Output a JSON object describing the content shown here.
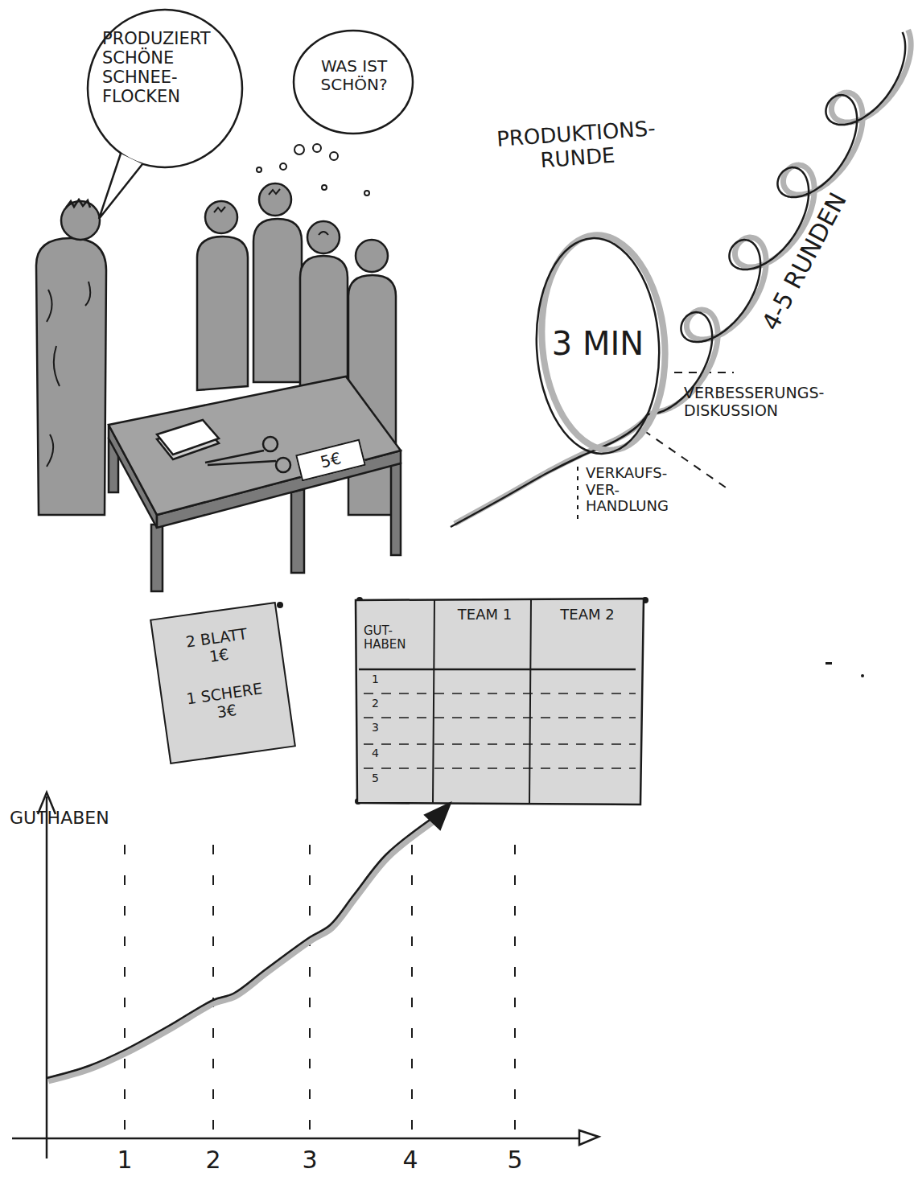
{
  "diagram": {
    "nodes": [
      {
        "text": [
          "PRODUZIERT SCHÖNE SCHNEE- FLOCKEN"
        ]
      },
      {
        "text": [
          "WAS IST SCHÖN?"
        ]
      },
      {
        "text": [
          "5€"
        ]
      },
      {
        "text": [
          "PRODUKTIONS- RUNDE",
          "3 MIN"
        ]
      },
      {
        "text": [
          "2 BLATT 1€",
          "1 SCHERE 3€"
        ]
      }
    ],
    "labels": [
      "4-5 RUNDEN",
      "VERBESSERUNGS- DISKUSSION",
      "VERKAUFS- VER- HANDLUNG",
      "GUT- HABEN",
      "TEAM 1",
      "TEAM 2",
      "1",
      "2",
      "3",
      "4",
      "5",
      "GUTHABEN",
      "1",
      "2",
      "3",
      "4",
      "5"
    ]
  }
}
